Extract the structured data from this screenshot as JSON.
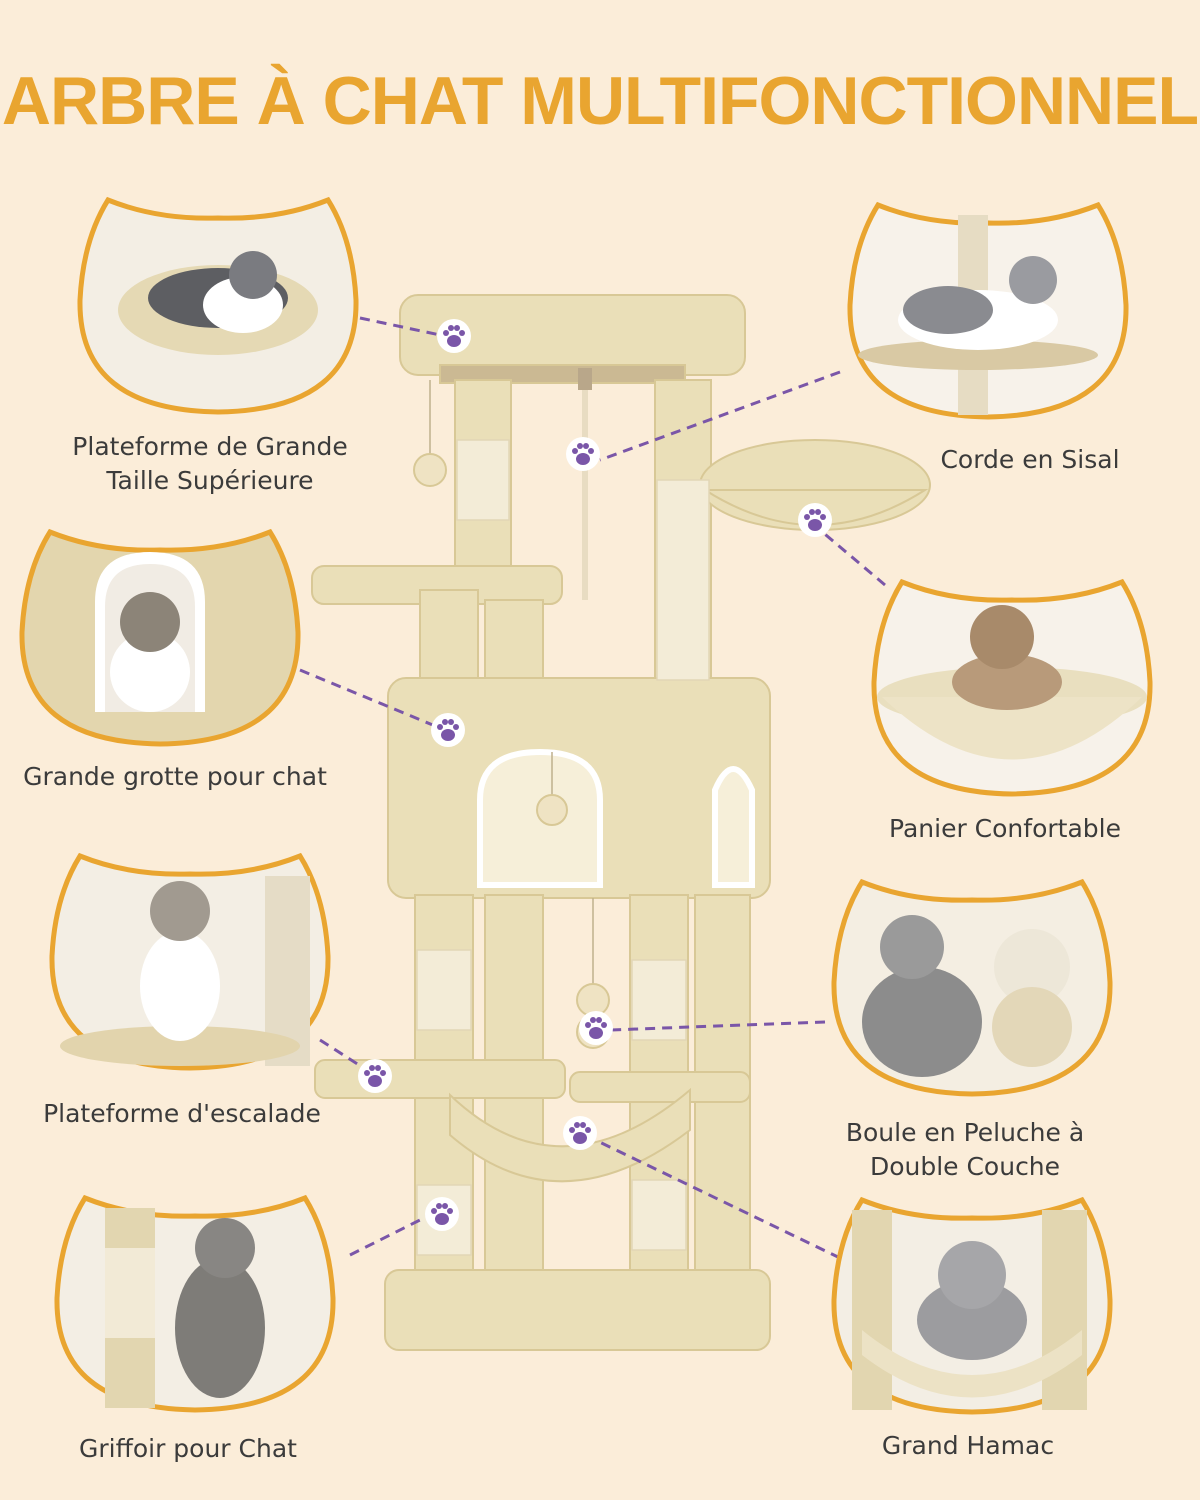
{
  "title": "ARBRE À CHAT MULTIFONCTIONNEL",
  "colors": {
    "background": "#fbedd9",
    "title": "#e9a530",
    "frame": "#e9a530",
    "plush": "#eadfb8",
    "sisal": "#f3ecd7",
    "accent_paw": "#7a56a8",
    "leader_line": "#7a56a8"
  },
  "features": [
    {
      "id": "top-platform",
      "label_line1": "Plateforme de Grande",
      "label_line2": "Taille Supérieure",
      "side": "left",
      "icon": "paw-icon"
    },
    {
      "id": "sisal-rope",
      "label_line1": "Corde en Sisal",
      "label_line2": "",
      "side": "right",
      "icon": "paw-icon"
    },
    {
      "id": "cave",
      "label_line1": "Grande grotte pour chat",
      "label_line2": "",
      "side": "left",
      "icon": "paw-icon"
    },
    {
      "id": "basket",
      "label_line1": "Panier Confortable",
      "label_line2": "",
      "side": "right",
      "icon": "paw-icon"
    },
    {
      "id": "climbing-platform",
      "label_line1": "Plateforme d'escalade",
      "label_line2": "",
      "side": "left",
      "icon": "paw-icon"
    },
    {
      "id": "plush-ball",
      "label_line1": "Boule en Peluche à",
      "label_line2": "Double Couche",
      "side": "right",
      "icon": "paw-icon"
    },
    {
      "id": "scratching-post",
      "label_line1": "Griffoir pour Chat",
      "label_line2": "",
      "side": "left",
      "icon": "paw-icon"
    },
    {
      "id": "hammock",
      "label_line1": "Grand Hamac",
      "label_line2": "",
      "side": "right",
      "icon": "paw-icon"
    }
  ]
}
